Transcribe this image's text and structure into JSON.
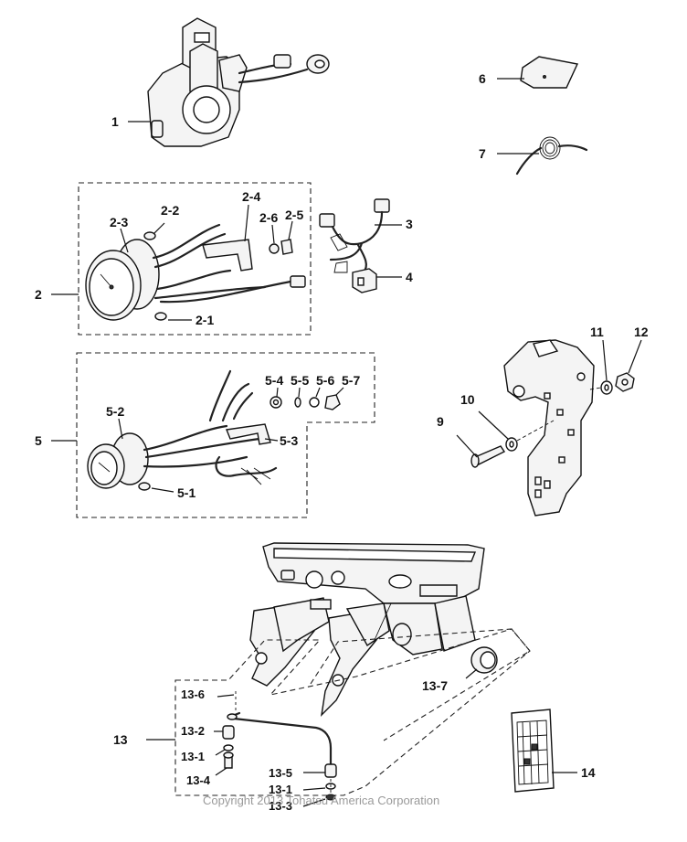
{
  "diagram": {
    "callouts": {
      "p1": "1",
      "p2": "2",
      "p2_1": "2-1",
      "p2_2": "2-2",
      "p2_3": "2-3",
      "p2_4": "2-4",
      "p2_5": "2-5",
      "p2_6": "2-6",
      "p3": "3",
      "p4": "4",
      "p5": "5",
      "p5_1": "5-1",
      "p5_2": "5-2",
      "p5_3": "5-3",
      "p5_4": "5-4",
      "p5_5": "5-5",
      "p5_6": "5-6",
      "p5_7": "5-7",
      "p6": "6",
      "p7": "7",
      "p9": "9",
      "p10": "10",
      "p11": "11",
      "p12": "12",
      "p13": "13",
      "p13_1a": "13-1",
      "p13_1b": "13-1",
      "p13_2": "13-2",
      "p13_3": "13-3",
      "p13_4": "13-4",
      "p13_5": "13-5",
      "p13_6": "13-6",
      "p13_7": "13-7",
      "p14": "14"
    },
    "watermark": "Copyright 2013 Tohatsu America Corporation"
  }
}
